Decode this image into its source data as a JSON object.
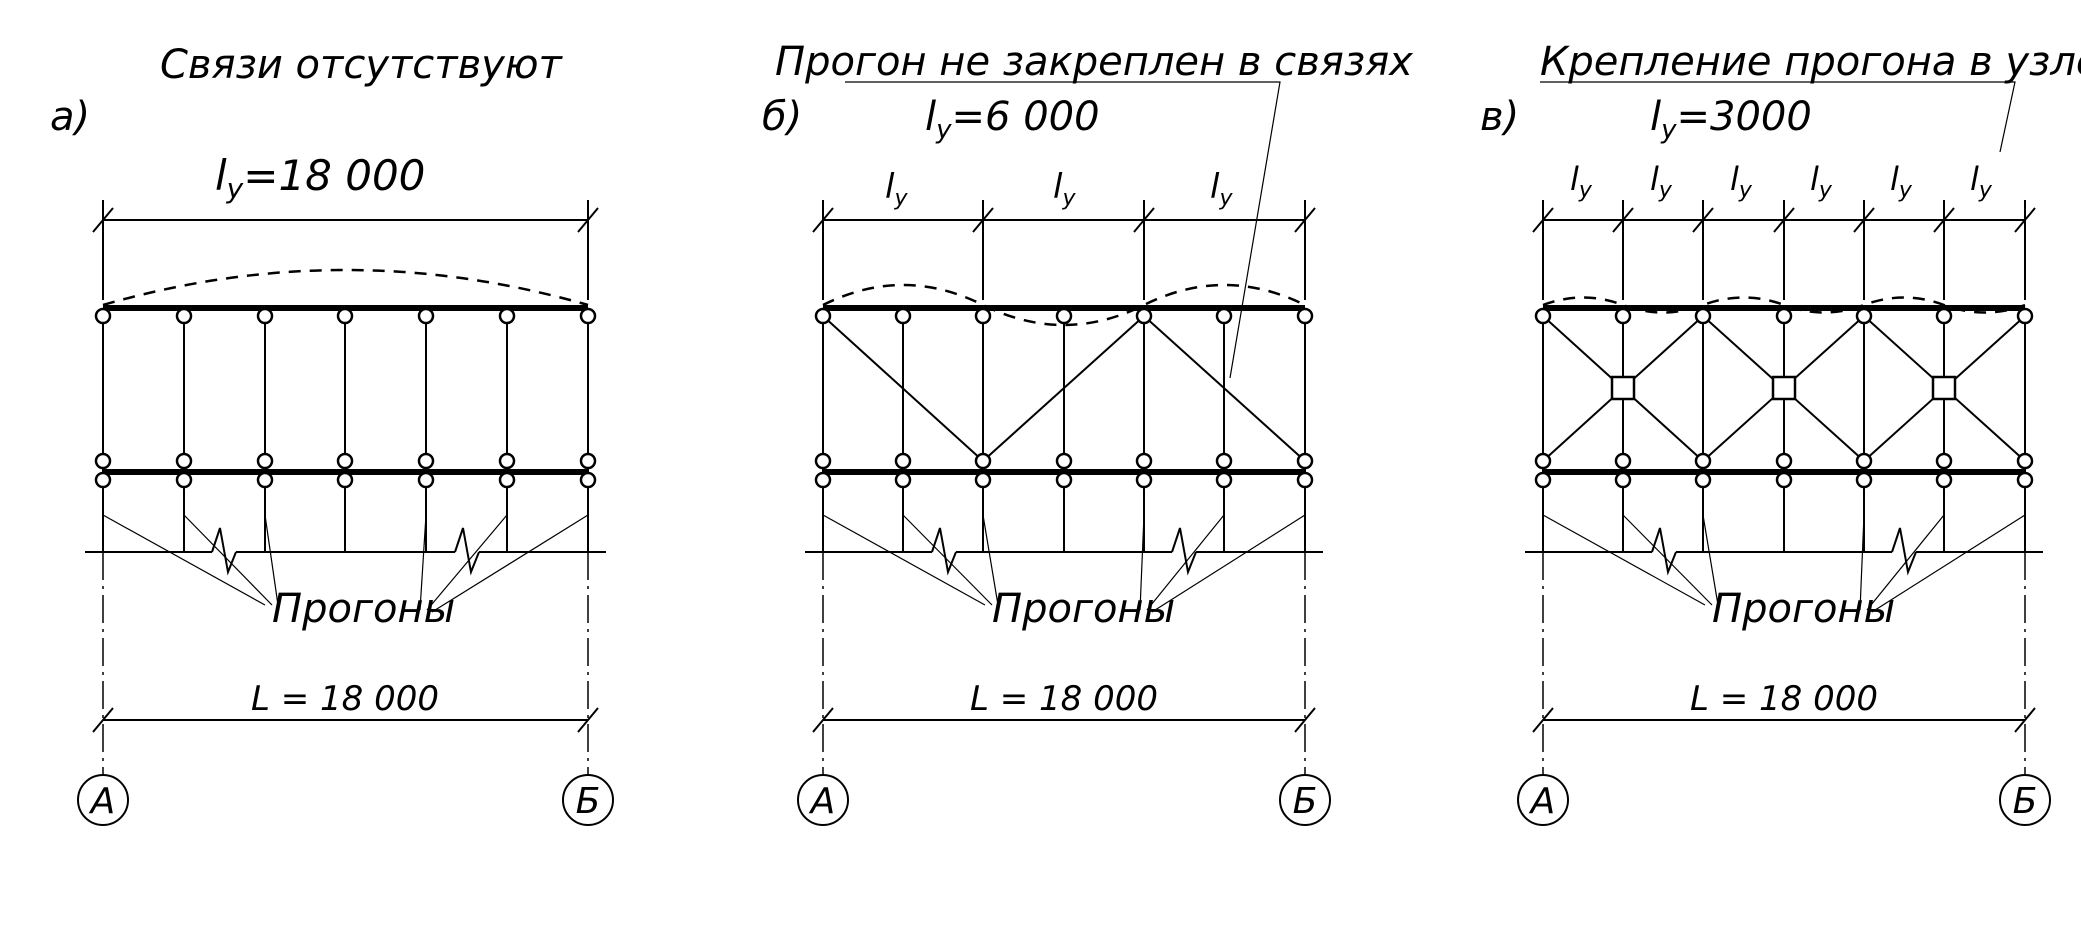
{
  "panels": [
    {
      "letter": "а)",
      "title": "Связи отсутствуют",
      "span_label": "ly=18 000",
      "span_main": "l",
      "span_sub": "y",
      "span_rest": "=18 000",
      "segment_label_main": "",
      "segment_label_sub": "",
      "purlins_label": "Прогоны",
      "dim_label": "L = 18 000",
      "axis_left": "А",
      "axis_right": "Б"
    },
    {
      "letter": "б)",
      "title": "Прогон не закреплен в связях",
      "span_label": "ly=6 000",
      "span_main": "l",
      "span_sub": "y",
      "span_rest": "=6 000",
      "segment_label_main": "l",
      "segment_label_sub": "y",
      "purlins_label": "Прогоны",
      "dim_label": "L = 18 000",
      "axis_left": "А",
      "axis_right": "Б"
    },
    {
      "letter": "в)",
      "title": "Крепление прогона в узле",
      "span_label": "ly=3000",
      "span_main": "l",
      "span_sub": "y",
      "span_rest": "=3000",
      "segment_label_main": "l",
      "segment_label_sub": "y",
      "purlins_label": "Прогоны",
      "dim_label": "L = 18 000",
      "axis_left": "А",
      "axis_right": "Б"
    }
  ]
}
